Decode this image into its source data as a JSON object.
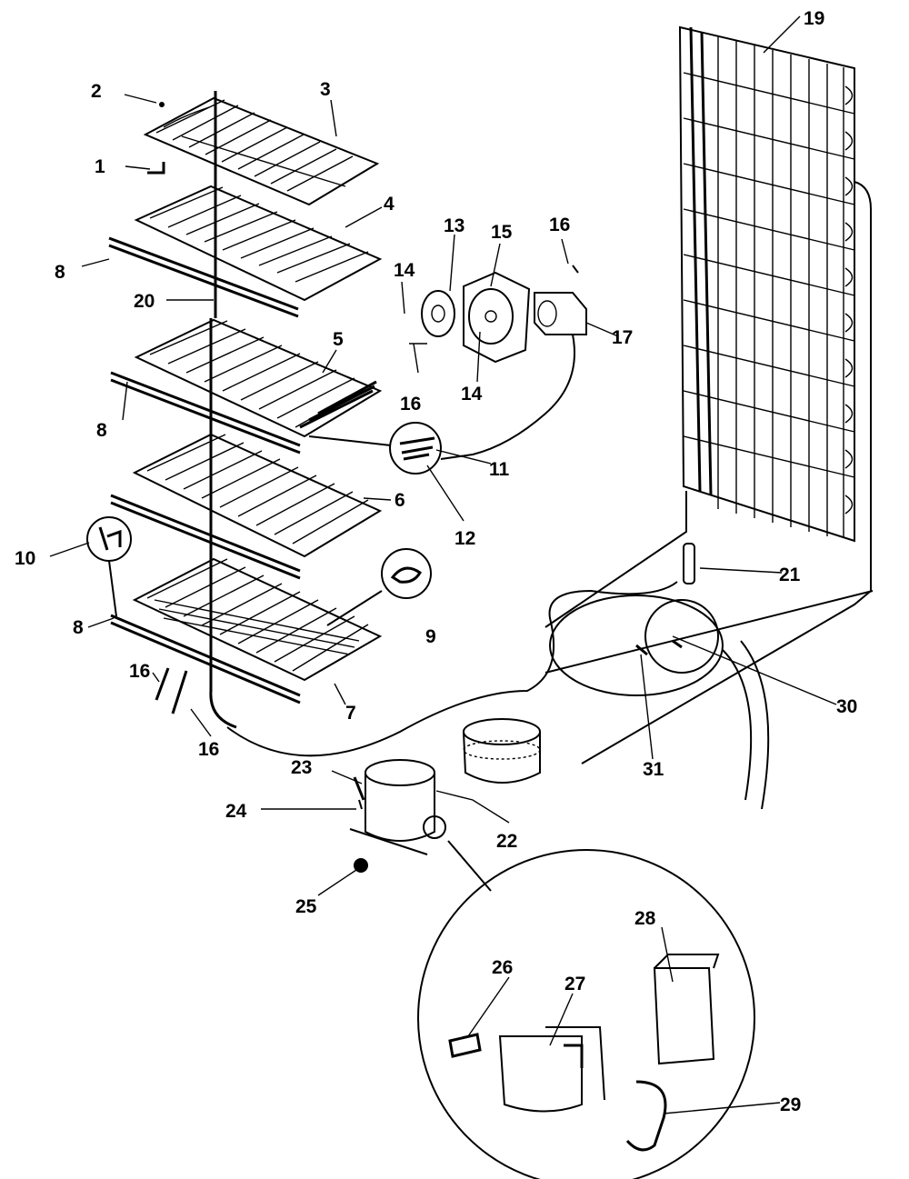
{
  "diagram": {
    "callouts": [
      {
        "id": "c1",
        "text": "1"
      },
      {
        "id": "c2",
        "text": "2"
      },
      {
        "id": "c3",
        "text": "3"
      },
      {
        "id": "c4",
        "text": "4"
      },
      {
        "id": "c5",
        "text": "5"
      },
      {
        "id": "c6",
        "text": "6"
      },
      {
        "id": "c7",
        "text": "7"
      },
      {
        "id": "c8a",
        "text": "8"
      },
      {
        "id": "c8b",
        "text": "8"
      },
      {
        "id": "c8c",
        "text": "8"
      },
      {
        "id": "c9",
        "text": "9"
      },
      {
        "id": "c10",
        "text": "10"
      },
      {
        "id": "c11",
        "text": "11"
      },
      {
        "id": "c12",
        "text": "12"
      },
      {
        "id": "c13",
        "text": "13"
      },
      {
        "id": "c14a",
        "text": "14"
      },
      {
        "id": "c14b",
        "text": "14"
      },
      {
        "id": "c15",
        "text": "15"
      },
      {
        "id": "c16a",
        "text": "16"
      },
      {
        "id": "c16b",
        "text": "16"
      },
      {
        "id": "c16c",
        "text": "16"
      },
      {
        "id": "c16d",
        "text": "16"
      },
      {
        "id": "c17",
        "text": "17"
      },
      {
        "id": "c19",
        "text": "19"
      },
      {
        "id": "c20",
        "text": "20"
      },
      {
        "id": "c21",
        "text": "21"
      },
      {
        "id": "c22",
        "text": "22"
      },
      {
        "id": "c23",
        "text": "23"
      },
      {
        "id": "c24",
        "text": "24"
      },
      {
        "id": "c25",
        "text": "25"
      },
      {
        "id": "c26",
        "text": "26"
      },
      {
        "id": "c27",
        "text": "27"
      },
      {
        "id": "c28",
        "text": "28"
      },
      {
        "id": "c29",
        "text": "29"
      },
      {
        "id": "c30",
        "text": "30"
      },
      {
        "id": "c31",
        "text": "31"
      }
    ]
  }
}
